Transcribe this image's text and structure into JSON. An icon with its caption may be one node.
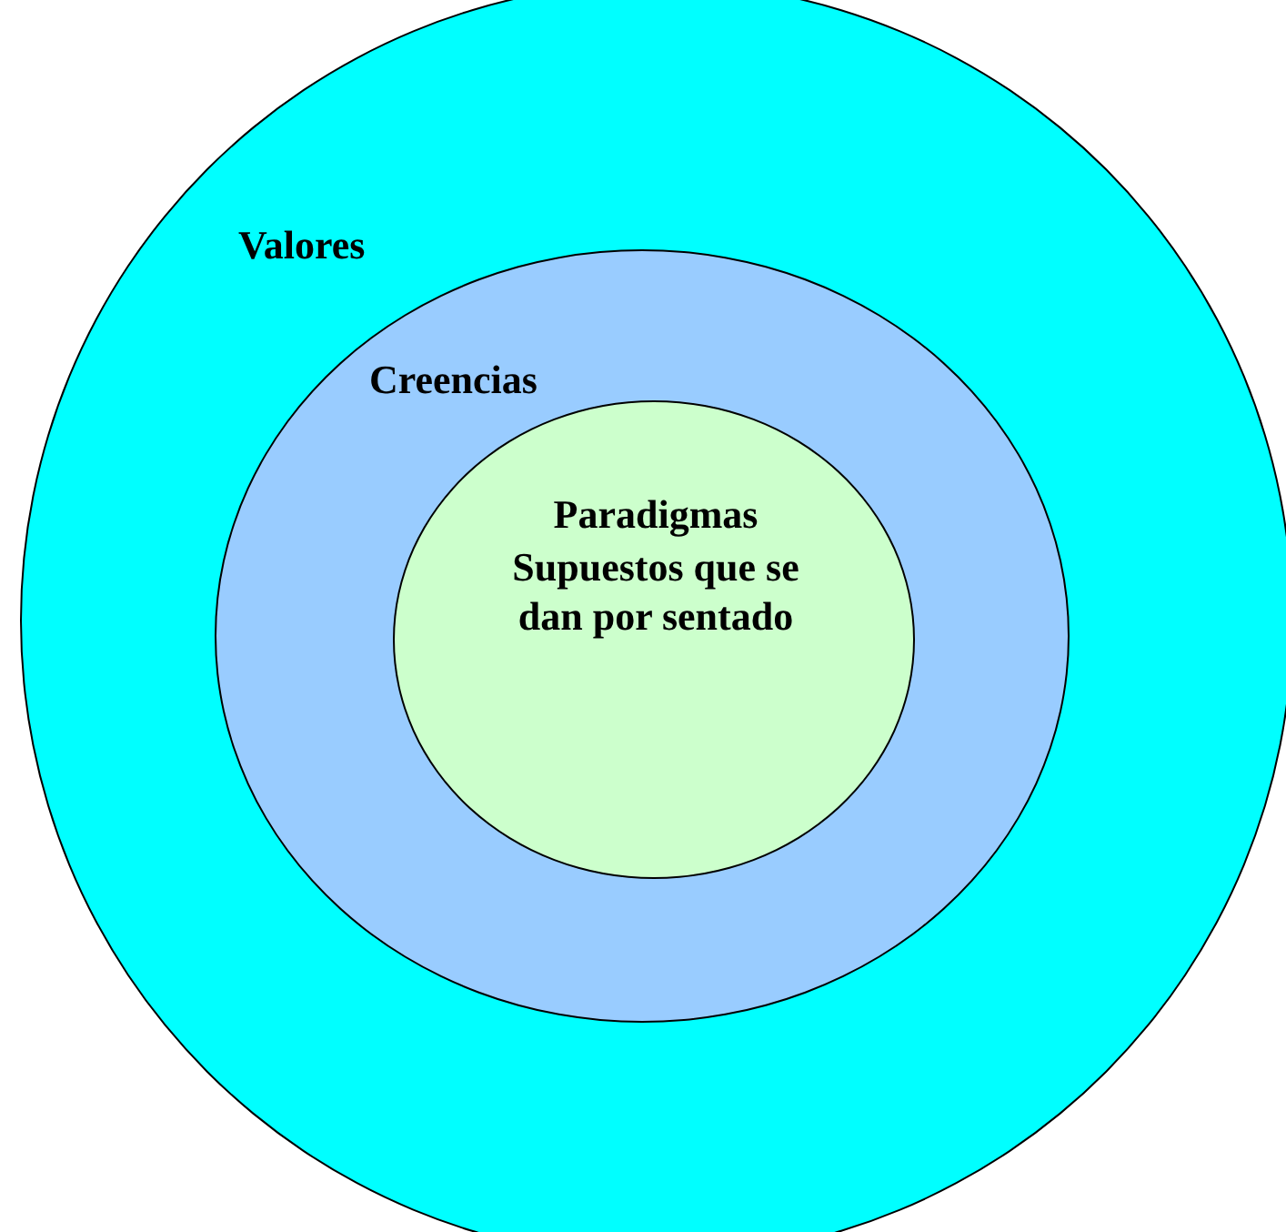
{
  "diagram": {
    "nodes": [
      {
        "text": [
          "Valores"
        ]
      },
      {
        "text": [
          "Creencias"
        ],
        "in": 0
      },
      {
        "text": [
          "Paradigmas",
          "Supuestos que se dan por sentado"
        ],
        "in": 1
      }
    ]
  }
}
